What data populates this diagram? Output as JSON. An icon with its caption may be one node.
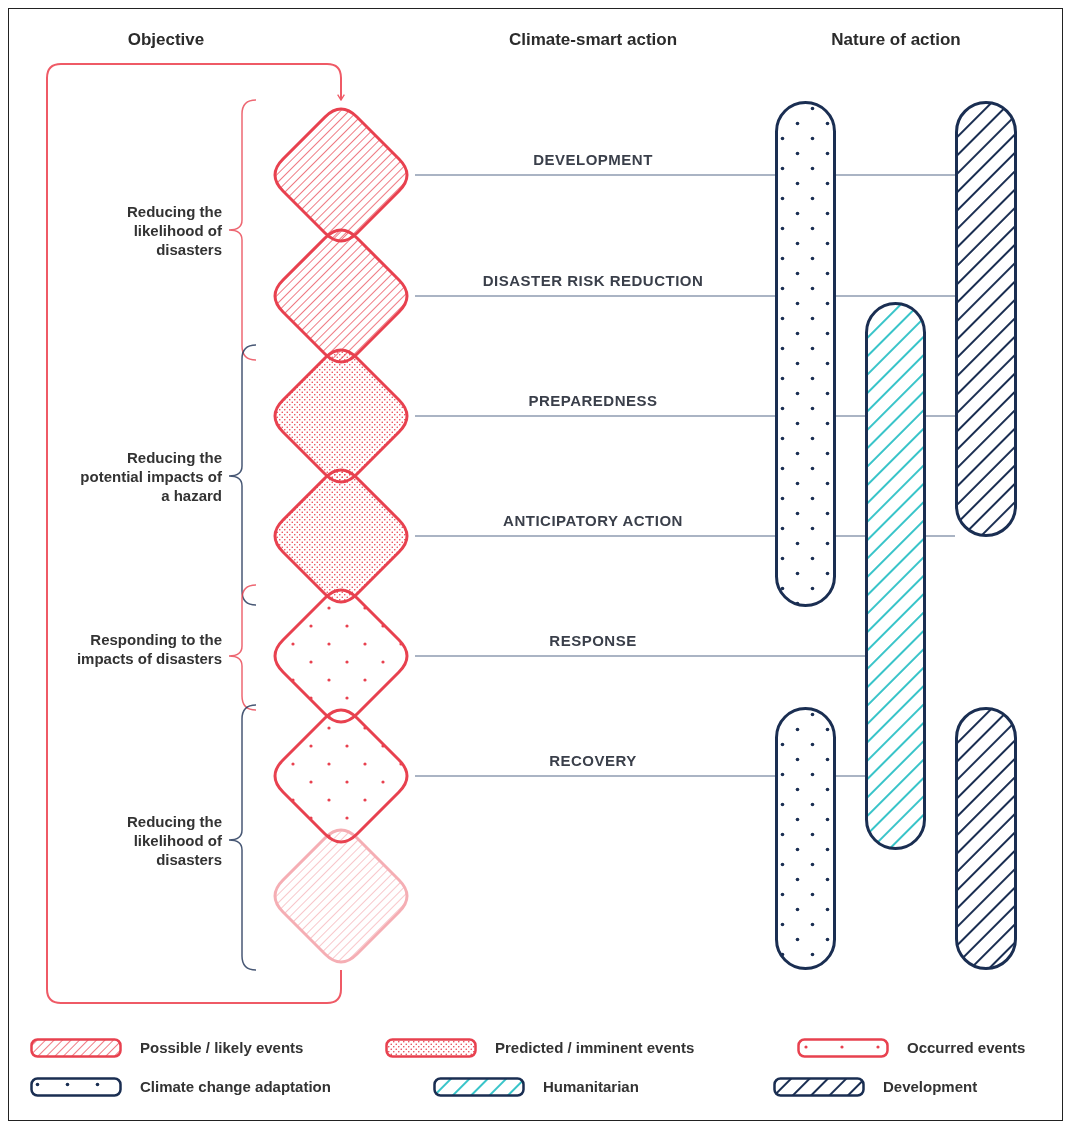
{
  "diagram": {
    "nodes": [
      {
        "text": [],
        "shape": "diamond"
      },
      {
        "text": [],
        "shape": "diamond"
      },
      {
        "text": [],
        "shape": "diamond"
      },
      {
        "text": [],
        "shape": "diamond"
      },
      {
        "text": [],
        "shape": "diamond"
      },
      {
        "text": [],
        "shape": "diamond"
      },
      {
        "text": [],
        "shape": "diamond"
      },
      {
        "text": [],
        "shape": "bar"
      },
      {
        "text": [],
        "shape": "bar"
      },
      {
        "text": [],
        "shape": "bar"
      },
      {
        "text": [],
        "shape": "bar"
      },
      {
        "text": [],
        "shape": "bar"
      }
    ],
    "edges": [
      {
        "from": 0,
        "to": 7,
        "arrow": "none",
        "label": "DEVELOPMENT"
      },
      {
        "from": 7,
        "to": 8,
        "arrow": "none"
      },
      {
        "from": 1,
        "to": 7,
        "arrow": "none",
        "label": "DISASTER RISK REDUCTION"
      },
      {
        "from": 7,
        "to": 8,
        "arrow": "none"
      },
      {
        "from": 2,
        "to": 7,
        "arrow": "none",
        "label": "PREPAREDNESS"
      },
      {
        "from": 7,
        "to": 9,
        "arrow": "none"
      },
      {
        "from": 9,
        "to": 8,
        "arrow": "none"
      },
      {
        "from": 3,
        "to": 7,
        "arrow": "none",
        "label": "ANTICIPATORY ACTION"
      },
      {
        "from": 7,
        "to": 9,
        "arrow": "none"
      },
      {
        "from": 9,
        "to": 8,
        "arrow": "none"
      },
      {
        "from": 4,
        "to": 9,
        "arrow": "none",
        "label": "RESPONSE"
      },
      {
        "from": 5,
        "to": 10,
        "arrow": "none",
        "label": "RECOVERY"
      },
      {
        "from": 10,
        "to": 9,
        "arrow": "none"
      },
      {
        "from": 6,
        "to": 0,
        "arrow": "to",
        "color": "#ef5a66"
      }
    ],
    "labels": [
      "Objective",
      "Climate-smart action",
      "Nature of action",
      "Reducing the likelihood of disasters",
      "Reducing the potential impacts of a hazard",
      "Responding to the impacts of disasters",
      "Reducing the likelihood of disasters"
    ],
    "legend": [
      {
        "text": "Possible / likely events"
      },
      {
        "text": "Predicted / imminent events"
      },
      {
        "text": "Occurred events"
      },
      {
        "text": "Climate change adaptation"
      },
      {
        "text": "Humanitarian"
      },
      {
        "text": "Development"
      }
    ]
  }
}
